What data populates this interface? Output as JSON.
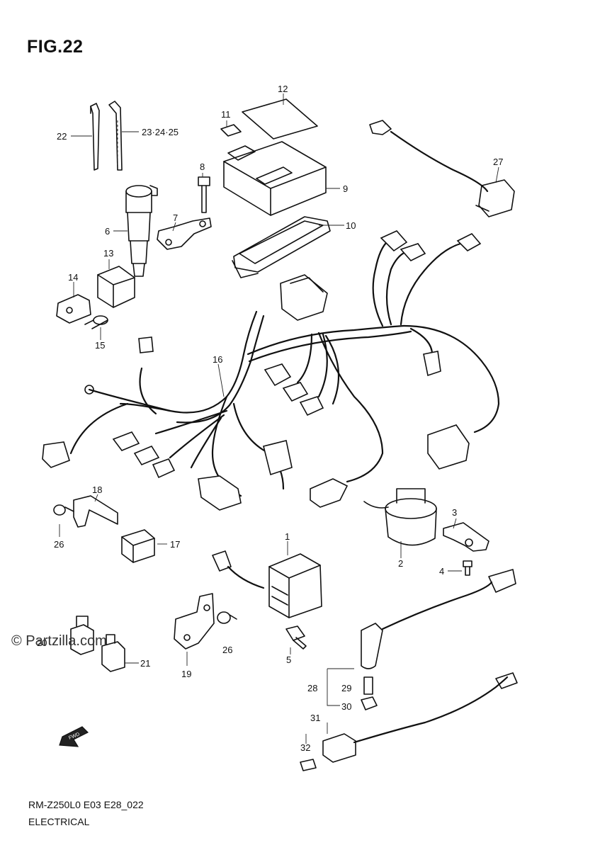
{
  "figure": {
    "title": "FIG.22",
    "footer_code": "RM-Z250L0 E03 E28_022",
    "footer_section": "ELECTRICAL",
    "watermark": "© Partzilla.com",
    "fwd_label": "FWD"
  },
  "callouts": [
    {
      "id": "c1",
      "label": "1"
    },
    {
      "id": "c2",
      "label": "2"
    },
    {
      "id": "c3",
      "label": "3"
    },
    {
      "id": "c4",
      "label": "4"
    },
    {
      "id": "c5",
      "label": "5"
    },
    {
      "id": "c6",
      "label": "6"
    },
    {
      "id": "c7",
      "label": "7"
    },
    {
      "id": "c8",
      "label": "8"
    },
    {
      "id": "c9",
      "label": "9"
    },
    {
      "id": "c10",
      "label": "10"
    },
    {
      "id": "c11",
      "label": "11"
    },
    {
      "id": "c12",
      "label": "12"
    },
    {
      "id": "c13",
      "label": "13"
    },
    {
      "id": "c14",
      "label": "14"
    },
    {
      "id": "c15",
      "label": "15"
    },
    {
      "id": "c16",
      "label": "16"
    },
    {
      "id": "c17",
      "label": "17"
    },
    {
      "id": "c18",
      "label": "18"
    },
    {
      "id": "c19",
      "label": "19"
    },
    {
      "id": "c20",
      "label": "20"
    },
    {
      "id": "c21",
      "label": "21"
    },
    {
      "id": "c22",
      "label": "22"
    },
    {
      "id": "c23",
      "label": "23·24·25"
    },
    {
      "id": "c26a",
      "label": "26"
    },
    {
      "id": "c26b",
      "label": "26"
    },
    {
      "id": "c27",
      "label": "27"
    },
    {
      "id": "c28",
      "label": "28"
    },
    {
      "id": "c29",
      "label": "29"
    },
    {
      "id": "c30",
      "label": "30"
    },
    {
      "id": "c31",
      "label": "31"
    },
    {
      "id": "c32",
      "label": "32"
    }
  ]
}
